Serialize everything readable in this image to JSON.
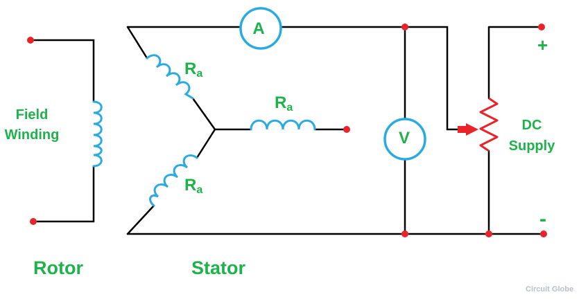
{
  "labels": {
    "field_winding": [
      "Field",
      "Winding"
    ],
    "rotor": "Rotor",
    "stator": "Stator",
    "dc_supply": [
      "DC",
      "Supply"
    ],
    "plus": "+",
    "minus": "-",
    "resistor_main": "R",
    "resistor_sub": "a",
    "ammeter": "A",
    "voltmeter": "V",
    "credit": "Circuit Globe"
  },
  "colors": {
    "wire": "#000000",
    "terminal": "#e8232a",
    "coil": "#29abe2",
    "text": "#1db34a",
    "rheostat": "#e8232a",
    "credit": "#b9bfc3"
  }
}
